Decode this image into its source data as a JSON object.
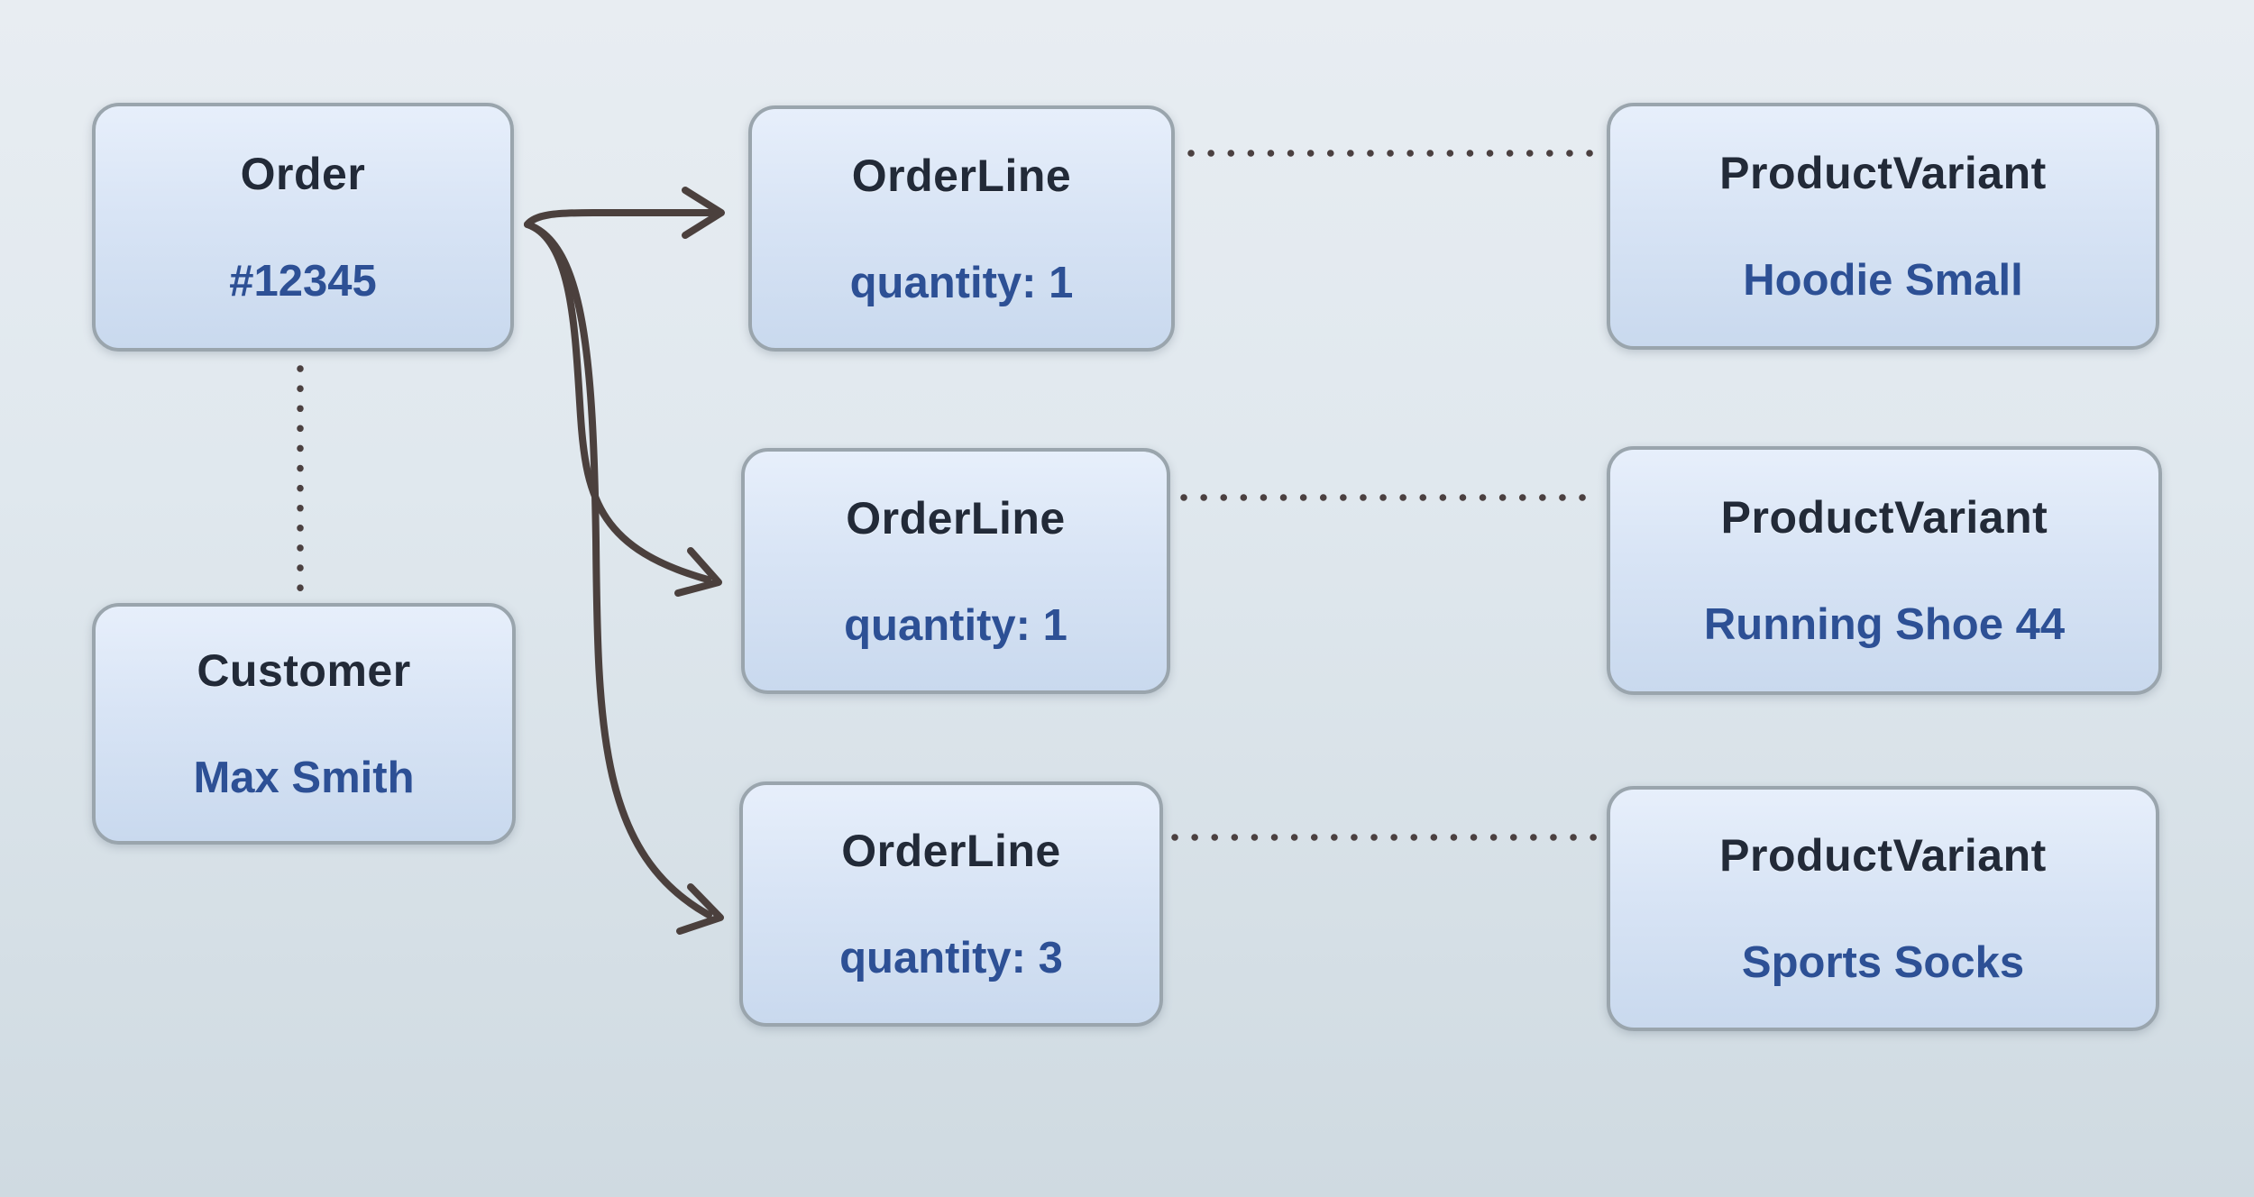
{
  "diagram": {
    "nodes": {
      "order": {
        "title": "Order",
        "value": "#12345"
      },
      "customer": {
        "title": "Customer",
        "value": "Max Smith"
      },
      "orderlines": [
        {
          "title": "OrderLine",
          "value": "quantity: 1"
        },
        {
          "title": "OrderLine",
          "value": "quantity: 1"
        },
        {
          "title": "OrderLine",
          "value": "quantity: 3"
        }
      ],
      "variants": [
        {
          "title": "ProductVariant",
          "value": "Hoodie Small"
        },
        {
          "title": "ProductVariant",
          "value": "Running Shoe 44"
        },
        {
          "title": "ProductVariant",
          "value": "Sports Socks"
        }
      ]
    },
    "edges": {
      "order_to_orderlines": {
        "style": "solid-curved-arrow",
        "count": 3
      },
      "order_to_customer": {
        "style": "dotted-line"
      },
      "orderlines_to_variants": {
        "style": "dotted-line",
        "count": 3
      }
    },
    "colors": {
      "title_text": "#222a38",
      "value_text": "#2d5095",
      "arrow": "#4b403d",
      "dot": "#4b4040",
      "box_border": "#9aa5ad",
      "box_fill_top": "#e7effb",
      "box_fill_bottom": "#c9d9ee",
      "background_top": "#e8edf2",
      "background_bottom": "#cfdae1"
    }
  }
}
